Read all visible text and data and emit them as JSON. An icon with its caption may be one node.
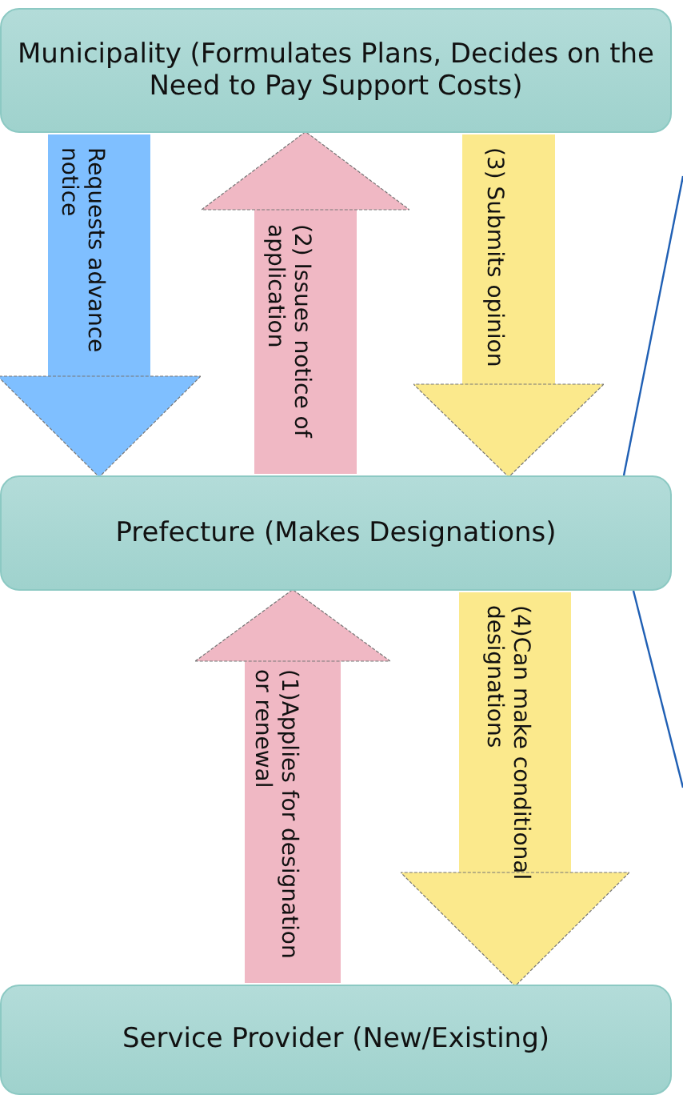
{
  "diagram": {
    "nodes": [
      {
        "text": [
          "Municipality (Formulates Plans, Decides on the Need to Pay Support Costs)"
        ]
      },
      {
        "text": [
          "Prefecture (Makes Designations)"
        ]
      },
      {
        "text": [
          "Service Provider (New/Existing)"
        ]
      }
    ],
    "edges": [
      {
        "from": 0,
        "to": 1,
        "arrow": "to",
        "label": "Requests advance notice",
        "color": "#7fbfff"
      },
      {
        "from": 1,
        "to": 0,
        "arrow": "to",
        "label": "(2) Issues notice of application",
        "color": "#f0b8c4"
      },
      {
        "from": 0,
        "to": 1,
        "arrow": "to",
        "label": "(3) Submits opinion",
        "color": "#fbe98c"
      },
      {
        "from": 2,
        "to": 1,
        "arrow": "to",
        "label": "(1)Applies for designation or renewal",
        "color": "#f0b8c4"
      },
      {
        "from": 1,
        "to": 2,
        "arrow": "to",
        "label": "(4)Can make conditional designations",
        "color": "#fbe98c"
      },
      {
        "from": null,
        "to": 1,
        "arrow": "none",
        "color": "#1f5fb4"
      },
      {
        "from": 1,
        "to": null,
        "arrow": "none",
        "color": "#1f5fb4"
      }
    ]
  }
}
